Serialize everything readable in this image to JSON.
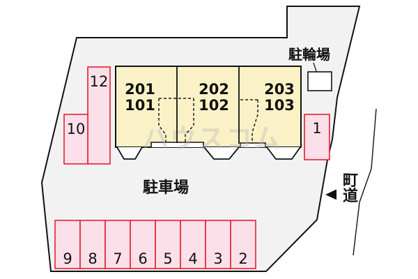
{
  "labels": {
    "parking_area": "駐車場",
    "bicycle_parking": "駐輪場",
    "road": "町道",
    "road_char_1": "町",
    "road_char_2": "道"
  },
  "watermark": "ハウスコム",
  "building": {
    "unit1_upper": "201",
    "unit1_lower": "101",
    "unit2_upper": "202",
    "unit2_lower": "102",
    "unit3_upper": "203",
    "unit3_lower": "103"
  },
  "parking": {
    "space_1": "1",
    "left_upper": "12",
    "left_lower": "10",
    "bottom_row": [
      "9",
      "8",
      "7",
      "6",
      "5",
      "4",
      "3",
      "2"
    ]
  },
  "icons": {
    "road_arrow": "left-triangle"
  },
  "colors": {
    "site_fill": "#f2f2f2",
    "building_fill": "#faf2c6",
    "parking_fill": "#fbdfe9",
    "parking_border": "#e5202e",
    "outline": "#111111",
    "watermark_gray": "#b7b7b7"
  }
}
